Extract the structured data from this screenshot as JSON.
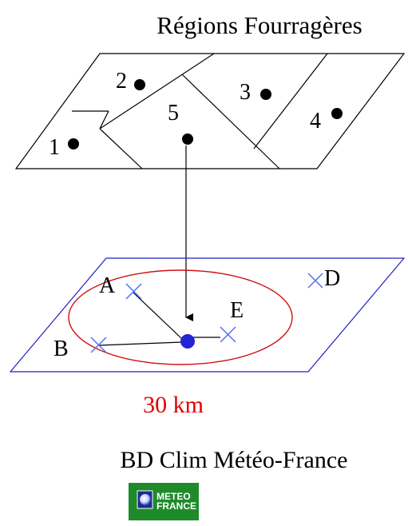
{
  "top_title": "Régions Fourragères",
  "regions": [
    {
      "label": "1"
    },
    {
      "label": "2"
    },
    {
      "label": "3"
    },
    {
      "label": "4"
    },
    {
      "label": "5"
    }
  ],
  "stations": [
    {
      "label": "A"
    },
    {
      "label": "B"
    },
    {
      "label": "D"
    },
    {
      "label": "E"
    }
  ],
  "radius_label": "30 km",
  "bottom_title": "BD Clim Météo-France",
  "logo": {
    "line1": "METEO",
    "line2": "FRANCE"
  },
  "colors": {
    "line": "#000000",
    "map_outline": "#2020c0",
    "cross": "#4a6ef0",
    "point": "#2424d4",
    "circle": "#d01010",
    "radius_text": "#e00000",
    "logo_bg": "#1f8a2a"
  }
}
